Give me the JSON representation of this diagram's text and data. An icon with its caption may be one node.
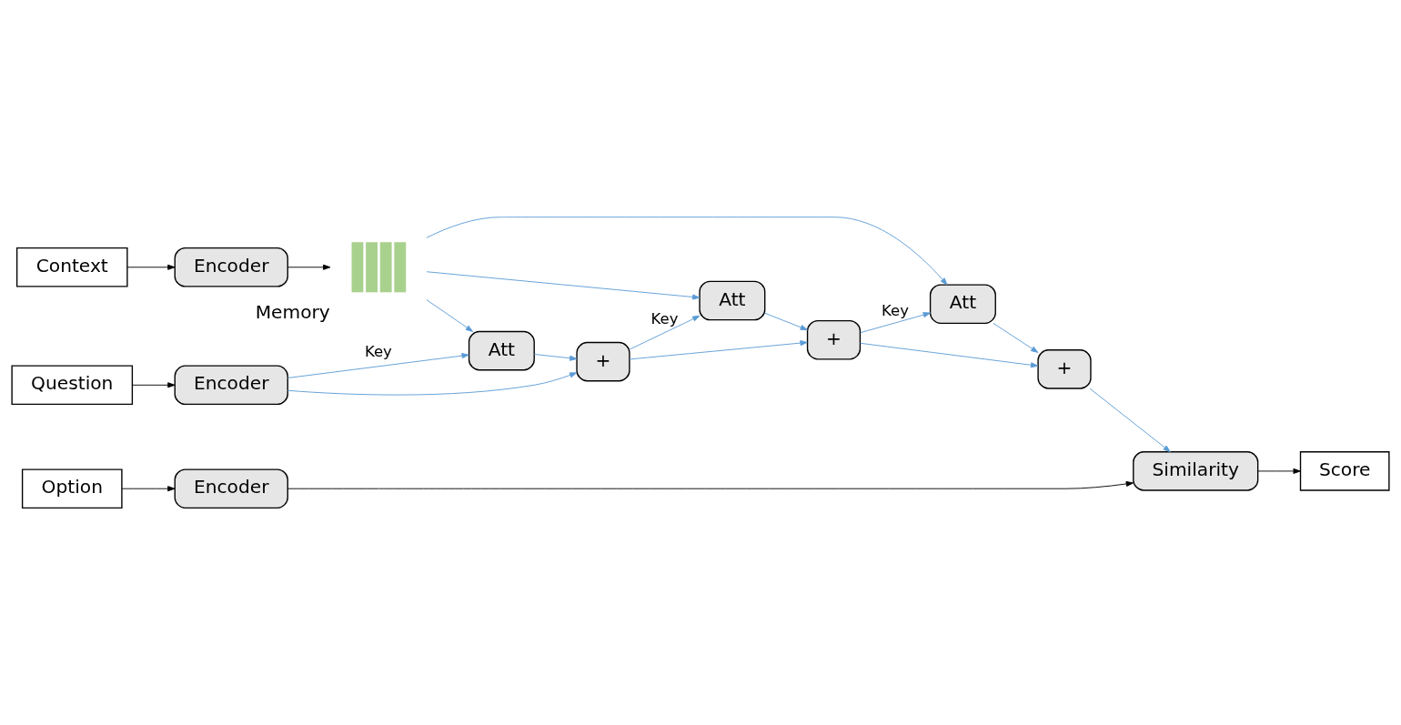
{
  "diagram": {
    "nodes": [
      {
        "text": [
          "Context"
        ]
      },
      {
        "text": [
          "Encoder"
        ]
      },
      {
        "text": [],
        "shape": "bar",
        "beside": [
          "Memory"
        ]
      },
      {
        "text": [
          "Question"
        ]
      },
      {
        "text": [
          "Encoder"
        ]
      },
      {
        "text": [
          "Att"
        ]
      },
      {
        "text": [
          "+"
        ]
      },
      {
        "text": [
          "Att"
        ]
      },
      {
        "text": [
          "+"
        ]
      },
      {
        "text": [
          "Att"
        ]
      },
      {
        "text": [
          "+"
        ]
      },
      {
        "text": [
          "Option"
        ]
      },
      {
        "text": [
          "Encoder"
        ]
      },
      {
        "text": [
          "Similarity"
        ]
      },
      {
        "text": [
          "Score"
        ]
      }
    ],
    "edges": [
      {
        "from": 0,
        "to": 1,
        "arrow": "to",
        "color": "#000000"
      },
      {
        "from": 1,
        "to": 2,
        "arrow": "to",
        "color": "#000000"
      },
      {
        "from": 2,
        "to": 5,
        "arrow": "to"
      },
      {
        "from": 2,
        "to": 7,
        "arrow": "to"
      },
      {
        "from": 2,
        "to": 9,
        "arrow": "to"
      },
      {
        "from": 3,
        "to": 4,
        "arrow": "to",
        "color": "#000000"
      },
      {
        "from": 4,
        "to": 5,
        "arrow": "to",
        "label": "Key"
      },
      {
        "from": 4,
        "to": 6,
        "arrow": "to"
      },
      {
        "from": 5,
        "to": 6,
        "arrow": "to"
      },
      {
        "from": 6,
        "to": 7,
        "arrow": "to",
        "label": "Key"
      },
      {
        "from": 6,
        "to": 8,
        "arrow": "to"
      },
      {
        "from": 7,
        "to": 8,
        "arrow": "to"
      },
      {
        "from": 8,
        "to": 9,
        "arrow": "to",
        "label": "Key"
      },
      {
        "from": 8,
        "to": 10,
        "arrow": "to"
      },
      {
        "from": 9,
        "to": 10,
        "arrow": "to"
      },
      {
        "from": 10,
        "to": 13,
        "arrow": "to"
      },
      {
        "from": 11,
        "to": 12,
        "arrow": "to",
        "color": "#000000"
      },
      {
        "from": 12,
        "to": 13,
        "arrow": "to",
        "color": "#000000"
      },
      {
        "from": 13,
        "to": 14,
        "arrow": "to",
        "color": "#000000"
      }
    ]
  }
}
